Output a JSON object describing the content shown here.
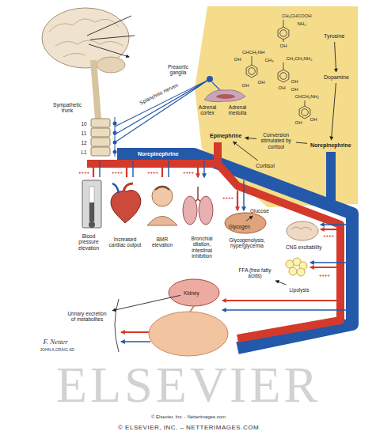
{
  "diagram": {
    "nodes": [
      {
        "text": [
          "Sympathetic trunk"
        ]
      },
      {
        "text": [
          "Preaortic ganglia"
        ]
      },
      {
        "text": [
          "Tyrosine"
        ]
      },
      {
        "text": [
          "Dopamine"
        ]
      },
      {
        "text": [
          "Norepinephrine"
        ]
      },
      {
        "text": [
          "Epinephrine"
        ]
      },
      {
        "text": [
          "Cortisol"
        ]
      },
      {
        "text": [
          "Blood pressure elevation"
        ]
      },
      {
        "text": [
          "Increased cardiac output"
        ]
      },
      {
        "text": [
          "BMR elevation"
        ]
      },
      {
        "text": [
          "Bronchial dilation, intestinal inhibition"
        ]
      },
      {
        "text": [
          "Glucose"
        ]
      },
      {
        "text": [
          "Glycogen"
        ]
      },
      {
        "text": [
          "Glycogenolysis, hyperglycemia"
        ]
      },
      {
        "text": [
          "CNS excitability"
        ]
      },
      {
        "text": [
          "FFA (free fatty acids)"
        ]
      },
      {
        "text": [
          "Lipolysis"
        ]
      },
      {
        "text": [
          "Kidney"
        ]
      },
      {
        "text": [
          "Urinary excretion of metabolites"
        ]
      }
    ],
    "edges": [
      {
        "from": 2,
        "to": 3,
        "arrow": "to"
      },
      {
        "from": 3,
        "to": 4,
        "arrow": "to"
      },
      {
        "from": 4,
        "to": 5,
        "label": "Conversion stimulated by cortisol",
        "arrow": "to"
      },
      {
        "from": 6,
        "to": 5,
        "arrow": "to"
      },
      {
        "from": 12,
        "to": 11,
        "arrow": "to"
      },
      {
        "from": 16,
        "to": 15,
        "arrow": "to"
      },
      {
        "from": 17,
        "to": 18,
        "arrow": "to"
      }
    ],
    "labels": [
      "10",
      "11",
      "12",
      "L1",
      "Splanchnic nerves",
      "Adrenal cortex",
      "Adrenal medulla",
      "CH₂CHCOOH",
      "NH₂",
      "OH",
      "CH₂CH₂NH₂",
      "OH",
      "OH",
      "CHCH₂NH₂",
      "OH",
      "OH",
      "OH",
      "CHCH₂NH",
      "OH",
      "CH₃",
      "OH",
      "OH",
      "Norepinephrine",
      "++++",
      "++++",
      "++++",
      "++++",
      "++++",
      "++++",
      "++++",
      "F. Netter",
      "JOHN A.CRAIG AD",
      "ELSEVIER",
      "© Elsevier, Inc. - Netterimages.com",
      "© ELSEVIER, INC. – NETTERIMAGES.COM"
    ]
  }
}
